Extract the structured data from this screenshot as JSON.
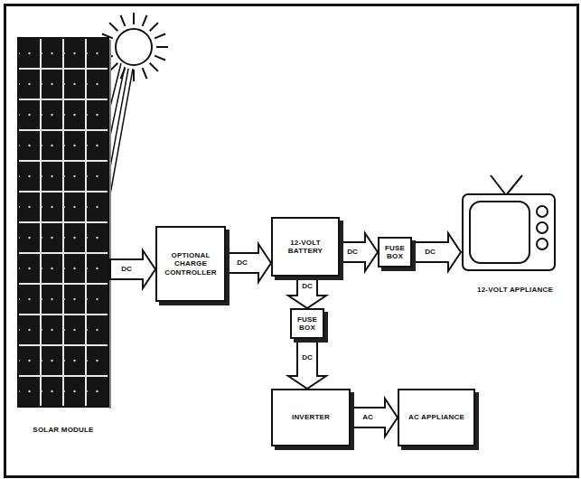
{
  "diagram": {
    "nodes": [
      {
        "text": [
          "SOLAR MODULE"
        ]
      },
      {
        "text": [
          "OPTIONAL CHARGE CONTROLLER"
        ]
      },
      {
        "text": [
          "12-VOLT BATTERY"
        ]
      },
      {
        "text": [
          "FUSE BOX"
        ]
      },
      {
        "text": [
          "12-VOLT APPLIANCE"
        ]
      },
      {
        "text": [
          "FUSE BOX"
        ]
      },
      {
        "text": [
          "INVERTER"
        ]
      },
      {
        "text": [
          "AC APPLIANCE"
        ]
      }
    ],
    "edges": [
      {
        "from": 0,
        "to": 1,
        "label": "DC",
        "arrow": "to"
      },
      {
        "from": 1,
        "to": 2,
        "label": "DC",
        "arrow": "to"
      },
      {
        "from": 2,
        "to": 3,
        "label": "DC",
        "arrow": "to"
      },
      {
        "from": 3,
        "to": 4,
        "label": "DC",
        "arrow": "to"
      },
      {
        "from": 2,
        "to": 5,
        "label": "DC",
        "arrow": "to"
      },
      {
        "from": 5,
        "to": 6,
        "label": "DC",
        "arrow": "to"
      },
      {
        "from": 6,
        "to": 7,
        "label": "AC",
        "arrow": "to"
      }
    ]
  }
}
